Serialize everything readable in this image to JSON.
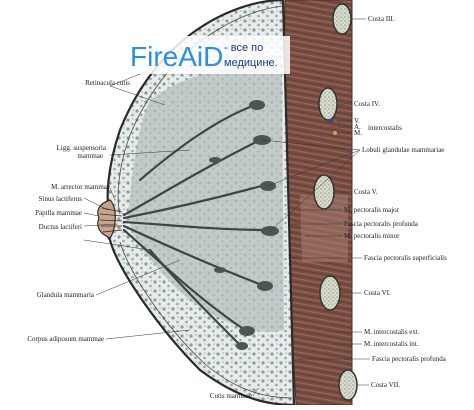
{
  "watermark": {
    "brand": "FireAiD",
    "tagline_line1": "- все по",
    "tagline_line2": "медицине."
  },
  "labels_left": {
    "retinacula": "Retinacula cutis",
    "ligg": "Ligg. suspensoria",
    "ligg2": "mammae",
    "arrector": "M. arrector mammae",
    "sinus": "Sinus lactiferus",
    "papilla": "Papilla mammae",
    "ductus": "Ductus lactiferi",
    "glandula": "Glandula mammaria",
    "corpus": "Corpus adiposum mammae",
    "cutis": "Cutis mammae"
  },
  "labels_right": {
    "costa3": "Costa III.",
    "costa4": "Costa IV.",
    "v": "V.",
    "a": "A.",
    "m": "M.",
    "intercostalis": "intercostalis",
    "lobuli": "Lobuli glandulae mammariae",
    "costa5": "Costa V.",
    "pect_major": "M. pectoralis major",
    "fascia_prof": "Fascia pectoralis profunda",
    "pect_minor": "M. pectoralis minor",
    "fascia_sup": "Fascia pectoralis superficialis",
    "costa6": "Costa VI.",
    "ic_ext": "M. intercostalis ext.",
    "ic_int": "M. intercostalis int.",
    "fascia_prof2": "Fascia pectoralis profunda",
    "costa7": "Costa VII."
  }
}
